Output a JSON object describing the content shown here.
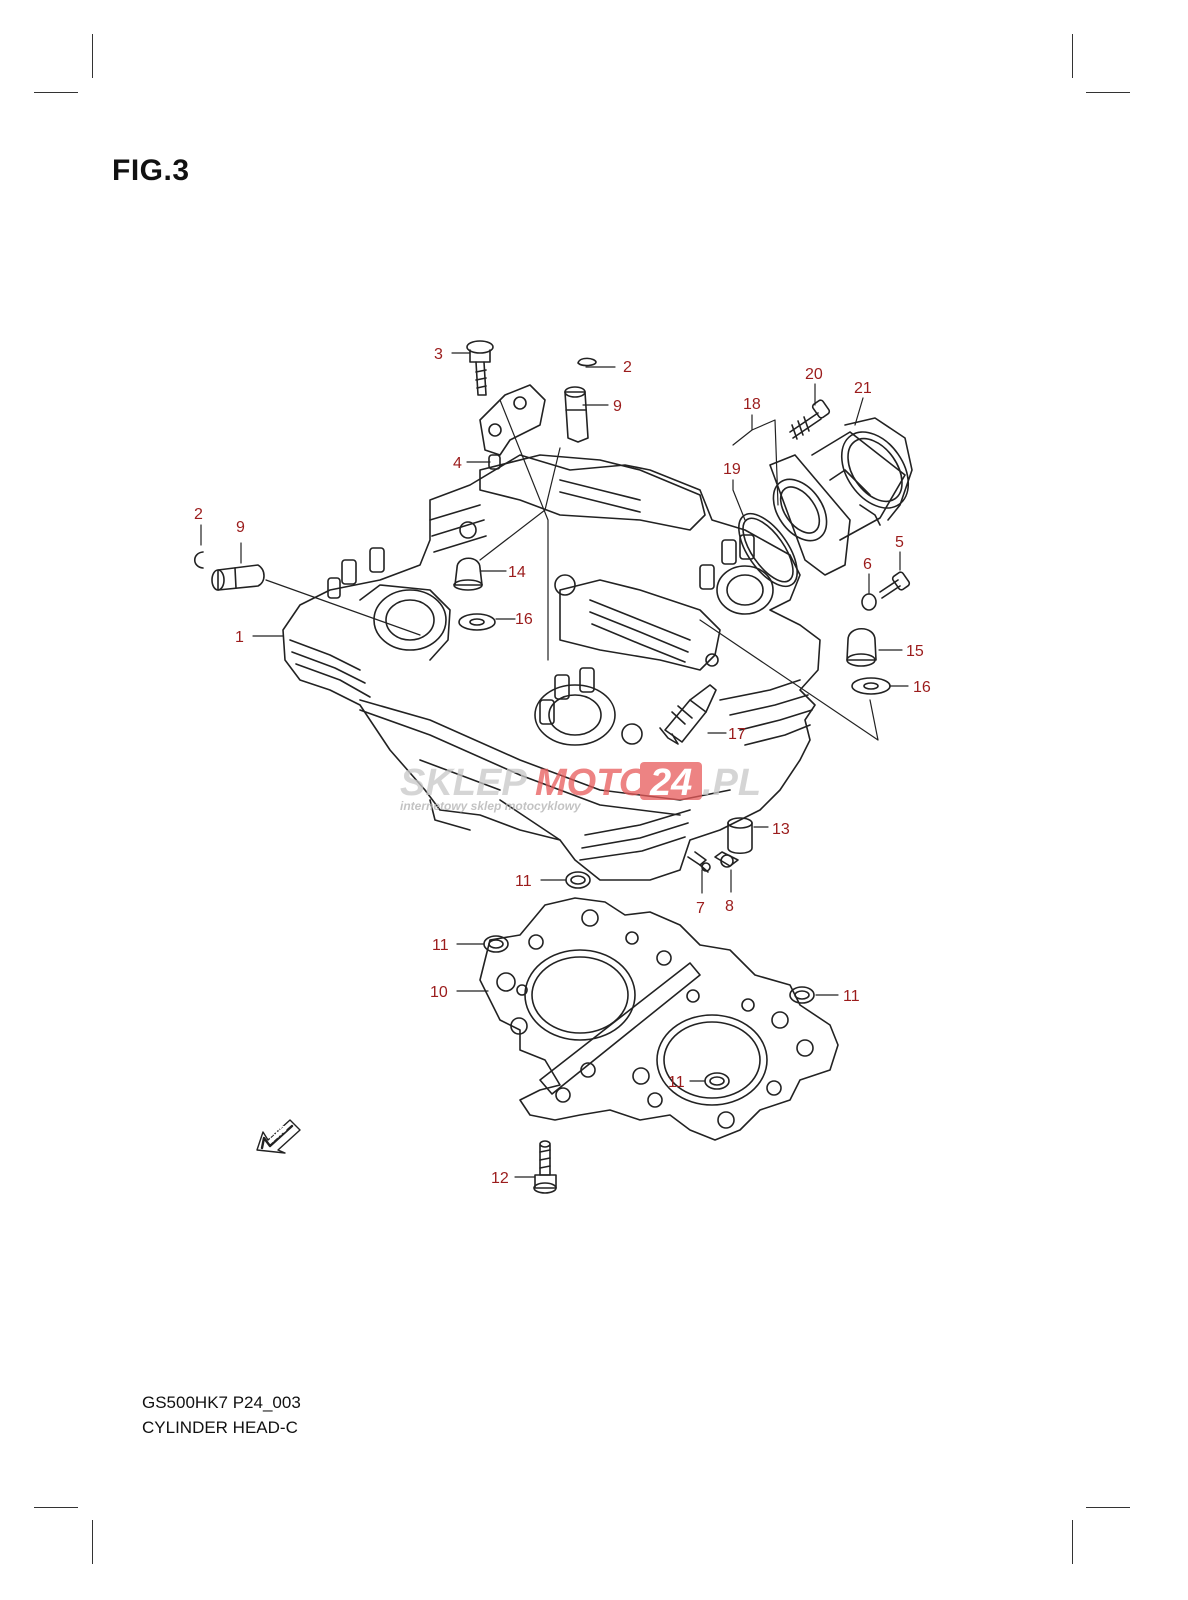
{
  "figure": {
    "title": "FIG.3"
  },
  "footer": {
    "model_code": "GS500HK7 P24_003",
    "assembly_name": "CYLINDER HEAD-C"
  },
  "watermark": {
    "brand_a": "SKLEP",
    "brand_b": "MOTO",
    "brand_c": "24",
    "brand_d": ".PL",
    "tagline": "internetowy sklep motocyklowy"
  },
  "fwd_arrow": {
    "label": "FWD"
  },
  "callouts": {
    "c1": "1",
    "c2a": "2",
    "c2b": "2",
    "c3": "3",
    "c4": "4",
    "c5": "5",
    "c6": "6",
    "c7": "7",
    "c8": "8",
    "c9a": "9",
    "c9b": "9",
    "c10": "10",
    "c11a": "11",
    "c11b": "11",
    "c11c": "11",
    "c11d": "11",
    "c12": "12",
    "c13": "13",
    "c14": "14",
    "c15": "15",
    "c16a": "16",
    "c16b": "16",
    "c17": "17",
    "c18": "18",
    "c19": "19",
    "c20": "20",
    "c21": "21"
  },
  "colors": {
    "callout": "#9b1c1c",
    "line": "#222222",
    "watermark_grey": "#c8c8c8",
    "watermark_red": "#e85a5a"
  }
}
